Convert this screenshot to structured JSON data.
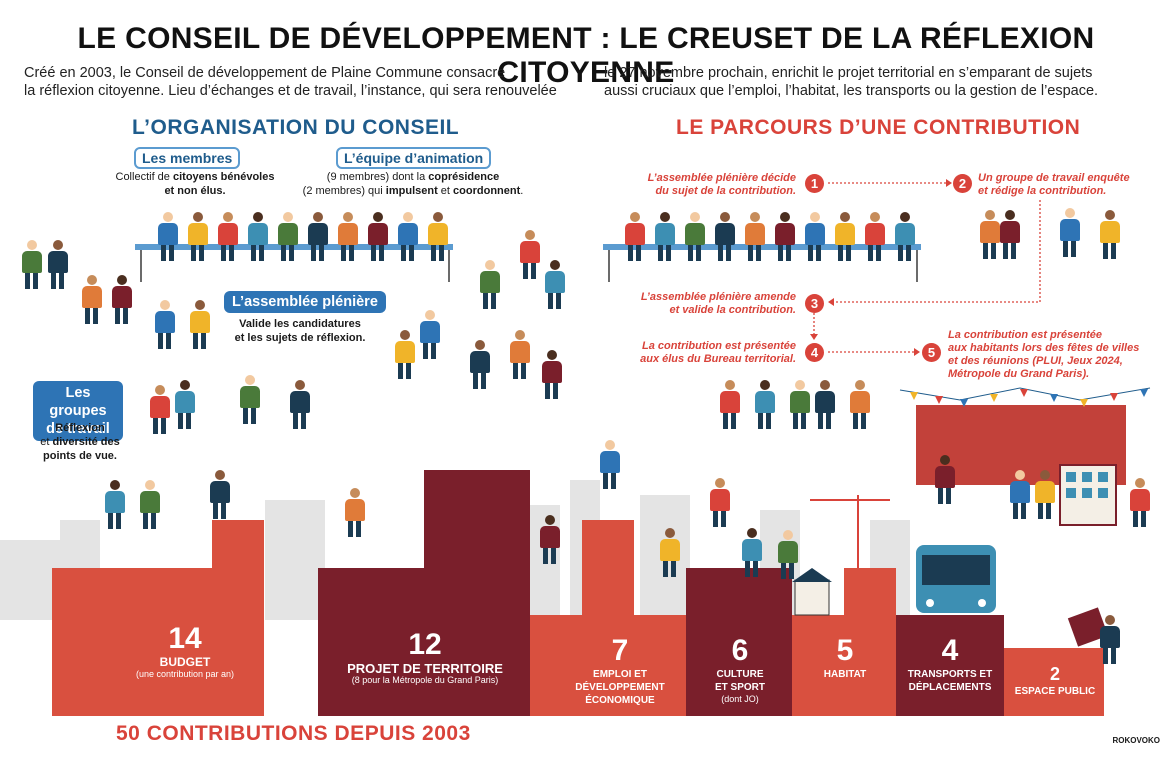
{
  "title": "LE CONSEIL DE DÉVELOPPEMENT : LE CREUSET DE LA RÉFLEXION CITOYENNE",
  "intro": {
    "left_line1": "Créé en 2003, le Conseil de développement de Plaine Commune consacre",
    "left_line2": "la réflexion citoyenne. Lieu d’échanges et de travail, l’instance, qui sera renouvelée",
    "right_line1": "le 27 novembre prochain, enrichit le projet territorial en s’emparant de sujets",
    "right_line2": "aussi cruciaux que l’emploi, l’habitat, les transports ou la gestion de l’espace."
  },
  "organisation": {
    "title": "L’ORGANISATION DU CONSEIL",
    "membres": {
      "label": "Les membres",
      "d1a": "Collectif de ",
      "d1b": "citoyens bénévoles",
      "d2": "et non élus."
    },
    "equipe": {
      "label": "L’équipe d’animation",
      "d1a": "(9 membres) dont la ",
      "d1b": "coprésidence",
      "d2a": "(2 membres) qui ",
      "d2b": "impulsent",
      "d2c": " et ",
      "d2d": "coordonnent",
      "d2e": "."
    },
    "assemblee": {
      "label": "L’assemblée plénière",
      "d1": "Valide les candidatures",
      "d2": "et les sujets de réflexion."
    },
    "groupes": {
      "label1": "Les groupes",
      "label2": "de travail",
      "d1": "Réflexion",
      "d2a": "et ",
      "d2b": "diversité des",
      "d3": "points de vue."
    }
  },
  "parcours": {
    "title": "LE PARCOURS D’UNE CONTRIBUTION",
    "steps": [
      {
        "num": "1",
        "l1": "L’assemblée plénière décide",
        "l2": "du sujet de la contribution."
      },
      {
        "num": "2",
        "l1": "Un groupe de travail enquête",
        "l2": "et rédige la contribution."
      },
      {
        "num": "3",
        "l1": "L’assemblée plénière amende",
        "l2": "et valide la contribution."
      },
      {
        "num": "4",
        "l1": "La contribution est présentée",
        "l2": "aux élus du Bureau territorial."
      },
      {
        "num": "5",
        "l1": "La contribution est présentée",
        "l2": "aux habitants lors des fêtes de villes",
        "l3": "et des réunions (PLUI, Jeux 2024,",
        "l4": "Métropole du Grand Paris)."
      }
    ]
  },
  "contributions": [
    {
      "num": "14",
      "label1": "BUDGET",
      "label2": "",
      "note": "(une contribution par an)"
    },
    {
      "num": "12",
      "label1": "PROJET DE TERRITOIRE",
      "label2": "",
      "note": "(8 pour la Métropole du Grand Paris)"
    },
    {
      "num": "7",
      "label1": "EMPLOI ET",
      "label2": "DÉVELOPPEMENT",
      "label3": "ÉCONOMIQUE",
      "note": ""
    },
    {
      "num": "6",
      "label1": "CULTURE",
      "label2": "ET SPORT",
      "note": "(dont JO)"
    },
    {
      "num": "5",
      "label1": "HABITAT",
      "label2": "",
      "note": ""
    },
    {
      "num": "4",
      "label1": "TRANSPORTS ET",
      "label2": "DÉPLACEMENTS",
      "note": ""
    },
    {
      "num": "2",
      "label1": "ESPACE PUBLIC",
      "label2": "",
      "note": ""
    }
  ],
  "footer": {
    "count": "50 CONTRIBUTIONS DEPUIS 2003",
    "credit": "ROKOVOKO"
  },
  "colors": {
    "blue": "#1f5c8c",
    "red": "#d9433a",
    "puzzle_red": "#d9503f",
    "puzzle_dark": "#7a1f2b",
    "puzzle_mid": "#c2413a"
  }
}
